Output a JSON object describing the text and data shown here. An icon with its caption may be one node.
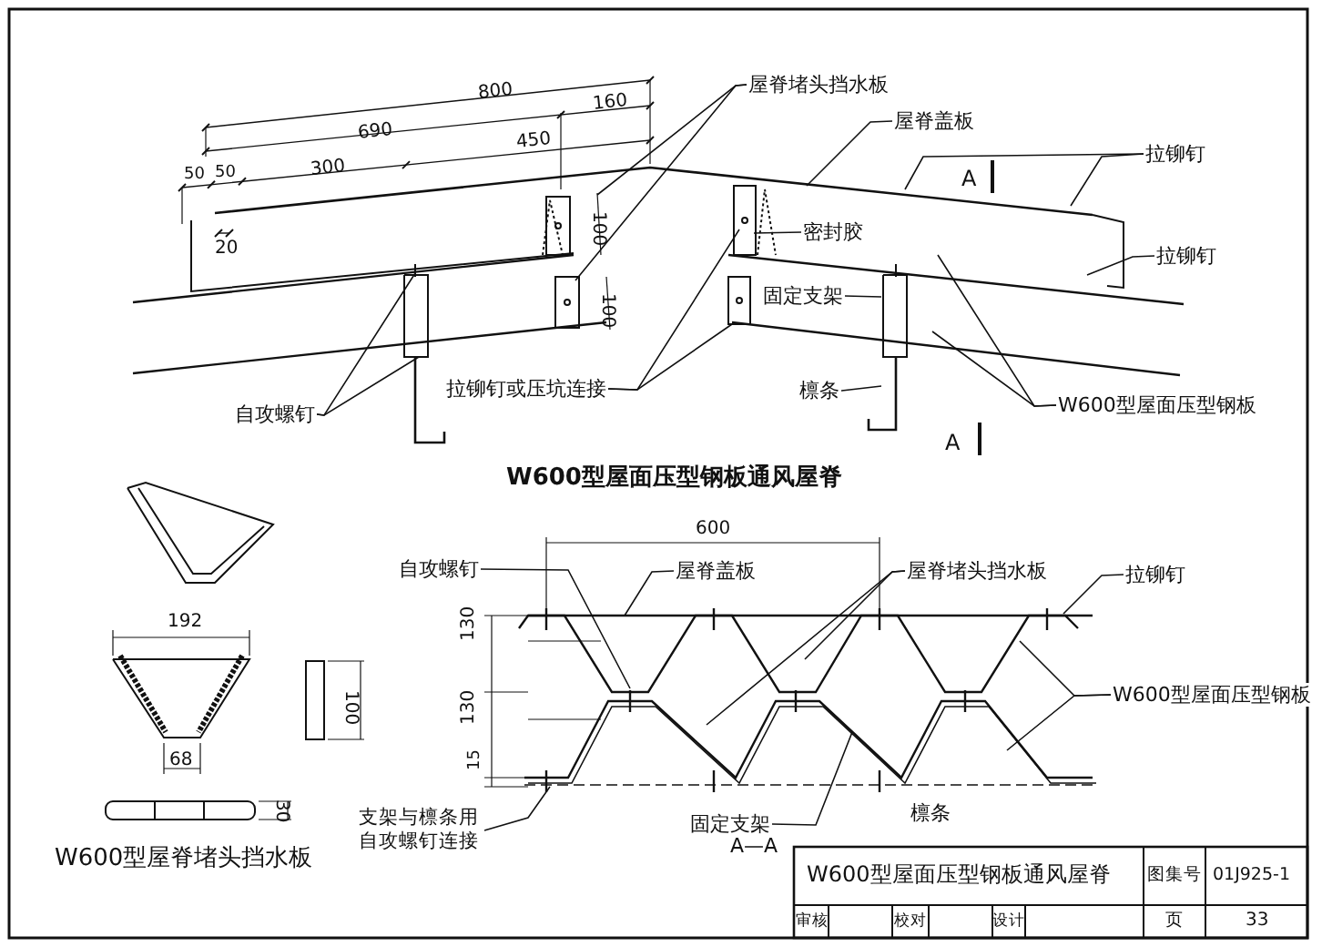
{
  "diagram": {
    "nodes": [
      {
        "text": [
          "屋脊堵头挡水板"
        ]
      },
      {
        "text": [
          "屋脊盖板"
        ]
      },
      {
        "text": [
          "拉铆钉"
        ]
      },
      {
        "text": [
          "密封胶"
        ]
      },
      {
        "text": [
          "拉铆钉"
        ]
      },
      {
        "text": [
          "固定支架"
        ]
      },
      {
        "text": [
          "檩条"
        ]
      },
      {
        "text": [
          "W600型屋面压型钢板"
        ]
      },
      {
        "text": [
          "拉铆钉或压坑连接"
        ]
      },
      {
        "text": [
          "自攻螺钉"
        ]
      },
      {
        "text": [
          "自攻螺钉"
        ]
      },
      {
        "text": [
          "屋脊盖板"
        ]
      },
      {
        "text": [
          "屋脊堵头挡水板"
        ]
      },
      {
        "text": [
          "拉铆钉"
        ]
      },
      {
        "text": [
          "W600型屋面压型钢板"
        ]
      },
      {
        "text": [
          "支架与檩条用自攻螺钉连接"
        ]
      },
      {
        "text": [
          "固定支架"
        ]
      }
    ],
    "edges": [
      {
        "from": 0,
        "to": null,
        "arrow": "none"
      },
      {
        "from": 0,
        "to": null,
        "arrow": "none"
      },
      {
        "from": 1,
        "to": null,
        "arrow": "none"
      },
      {
        "from": 2,
        "to": null,
        "arrow": "none"
      },
      {
        "from": 2,
        "to": null,
        "arrow": "none"
      },
      {
        "from": 3,
        "to": null,
        "arrow": "none"
      },
      {
        "from": 4,
        "to": null,
        "arrow": "none"
      },
      {
        "from": 5,
        "to": null,
        "arrow": "none"
      },
      {
        "from": 6,
        "to": null,
        "arrow": "none"
      },
      {
        "from": 7,
        "to": null,
        "arrow": "none"
      },
      {
        "from": 7,
        "to": null,
        "arrow": "none"
      },
      {
        "from": 8,
        "to": null,
        "arrow": "none"
      },
      {
        "from": 8,
        "to": null,
        "arrow": "none"
      },
      {
        "from": 9,
        "to": null,
        "arrow": "none"
      },
      {
        "from": 9,
        "to": null,
        "arrow": "none"
      },
      {
        "from": 10,
        "to": null,
        "arrow": "none"
      },
      {
        "from": 11,
        "to": null,
        "arrow": "none"
      },
      {
        "from": 12,
        "to": null,
        "arrow": "none"
      },
      {
        "from": 12,
        "to": null,
        "arrow": "none"
      },
      {
        "from": 13,
        "to": null,
        "arrow": "none"
      },
      {
        "from": 14,
        "to": null,
        "arrow": "none"
      },
      {
        "from": 14,
        "to": null,
        "arrow": "none"
      },
      {
        "from": 15,
        "to": null,
        "arrow": "none"
      },
      {
        "from": 16,
        "to": null,
        "arrow": "none"
      }
    ],
    "labels": [
      "800",
      "160",
      "690",
      "450",
      "50",
      "50",
      "300",
      "20",
      "100",
      "100",
      "A",
      "A",
      "W600型屋面压型钢板通风屋脊",
      "192",
      "100",
      "68",
      "30",
      "W600型屋脊堵头挡水板",
      "600",
      "130",
      "130",
      "15",
      "檩条",
      "A—A",
      "W600型屋面压型钢板通风屋脊",
      "图集号",
      "01J925-1",
      "审核",
      "校对",
      "设计",
      "页",
      "33"
    ]
  }
}
